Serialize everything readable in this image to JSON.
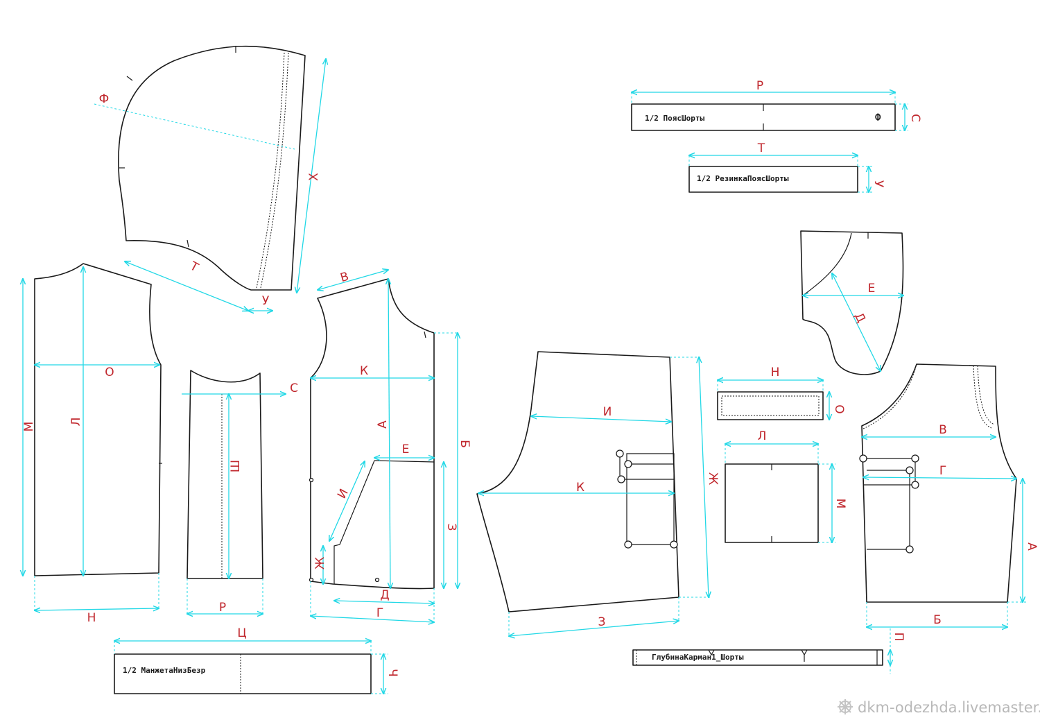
{
  "pieces": {
    "belt_shorts": "1/2 ПоясШорты",
    "elastic_shorts": "1/2 РезинкаПоясШорты",
    "cuff_jacket": "1/2 МанжетаНизБезр",
    "pocket_depth": "ГлубинаКарман1_Шорты"
  },
  "marks": {
    "belt_notch": "Ф"
  },
  "dimensions": {
    "hood": [
      "Ф",
      "Х",
      "Т",
      "У"
    ],
    "back": [
      "О",
      "Л",
      "М",
      "Н"
    ],
    "sleeve": [
      "С",
      "Ш",
      "Р"
    ],
    "front": [
      "В",
      "К",
      "А",
      "Б",
      "Е",
      "И",
      "З",
      "Ж",
      "Д",
      "Г"
    ],
    "cuff": [
      "Ц",
      "Ч"
    ],
    "belt": [
      "Р",
      "С"
    ],
    "elastic": [
      "Т",
      "У"
    ],
    "shorts_front": [
      "И",
      "К",
      "Ж",
      "З"
    ],
    "pocket_facing": [
      "Н",
      "О"
    ],
    "pocket_bag": [
      "Л",
      "М"
    ],
    "side_yoke": [
      "Е",
      "Д"
    ],
    "shorts_back": [
      "В",
      "Г",
      "А",
      "Б"
    ],
    "pocket_depth": [
      "П"
    ]
  },
  "watermark": {
    "text": "dkm-odezhda.livemaster.ru"
  },
  "colors": {
    "dimension_line": "#22d8e6",
    "dimension_label": "#c0272d",
    "outline": "#1a1a1a"
  }
}
